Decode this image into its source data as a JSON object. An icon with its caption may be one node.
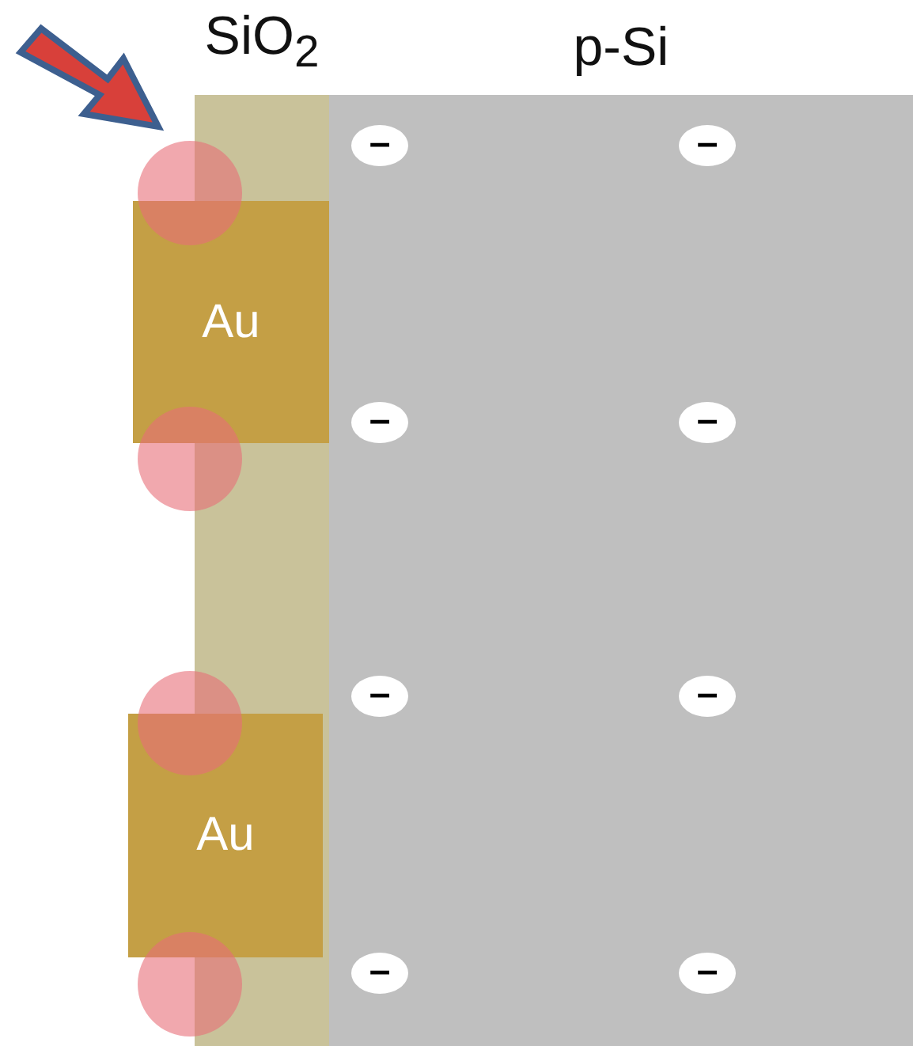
{
  "diagram": {
    "nodes": [
      {
        "text": [
          "SiO$_{2}$"
        ]
      },
      {
        "text": [
          "p-Si"
        ]
      },
      {
        "text": [
          "–"
        ],
        "in": 1
      },
      {
        "text": [
          "–"
        ],
        "in": 1
      },
      {
        "text": [
          "–"
        ],
        "in": 1
      },
      {
        "text": [
          "–"
        ],
        "in": 1
      },
      {
        "text": [
          "–"
        ],
        "in": 1
      },
      {
        "text": [
          "–"
        ],
        "in": 1
      },
      {
        "text": [
          "–"
        ],
        "in": 1
      },
      {
        "text": [
          "–"
        ],
        "in": 1
      },
      {
        "text": [],
        "shape": "circle"
      },
      {
        "text": [
          "Au"
        ]
      },
      {
        "text": [],
        "shape": "circle"
      },
      {
        "text": [],
        "shape": "circle"
      },
      {
        "text": [
          "Au"
        ]
      },
      {
        "text": [],
        "shape": "circle"
      }
    ]
  }
}
